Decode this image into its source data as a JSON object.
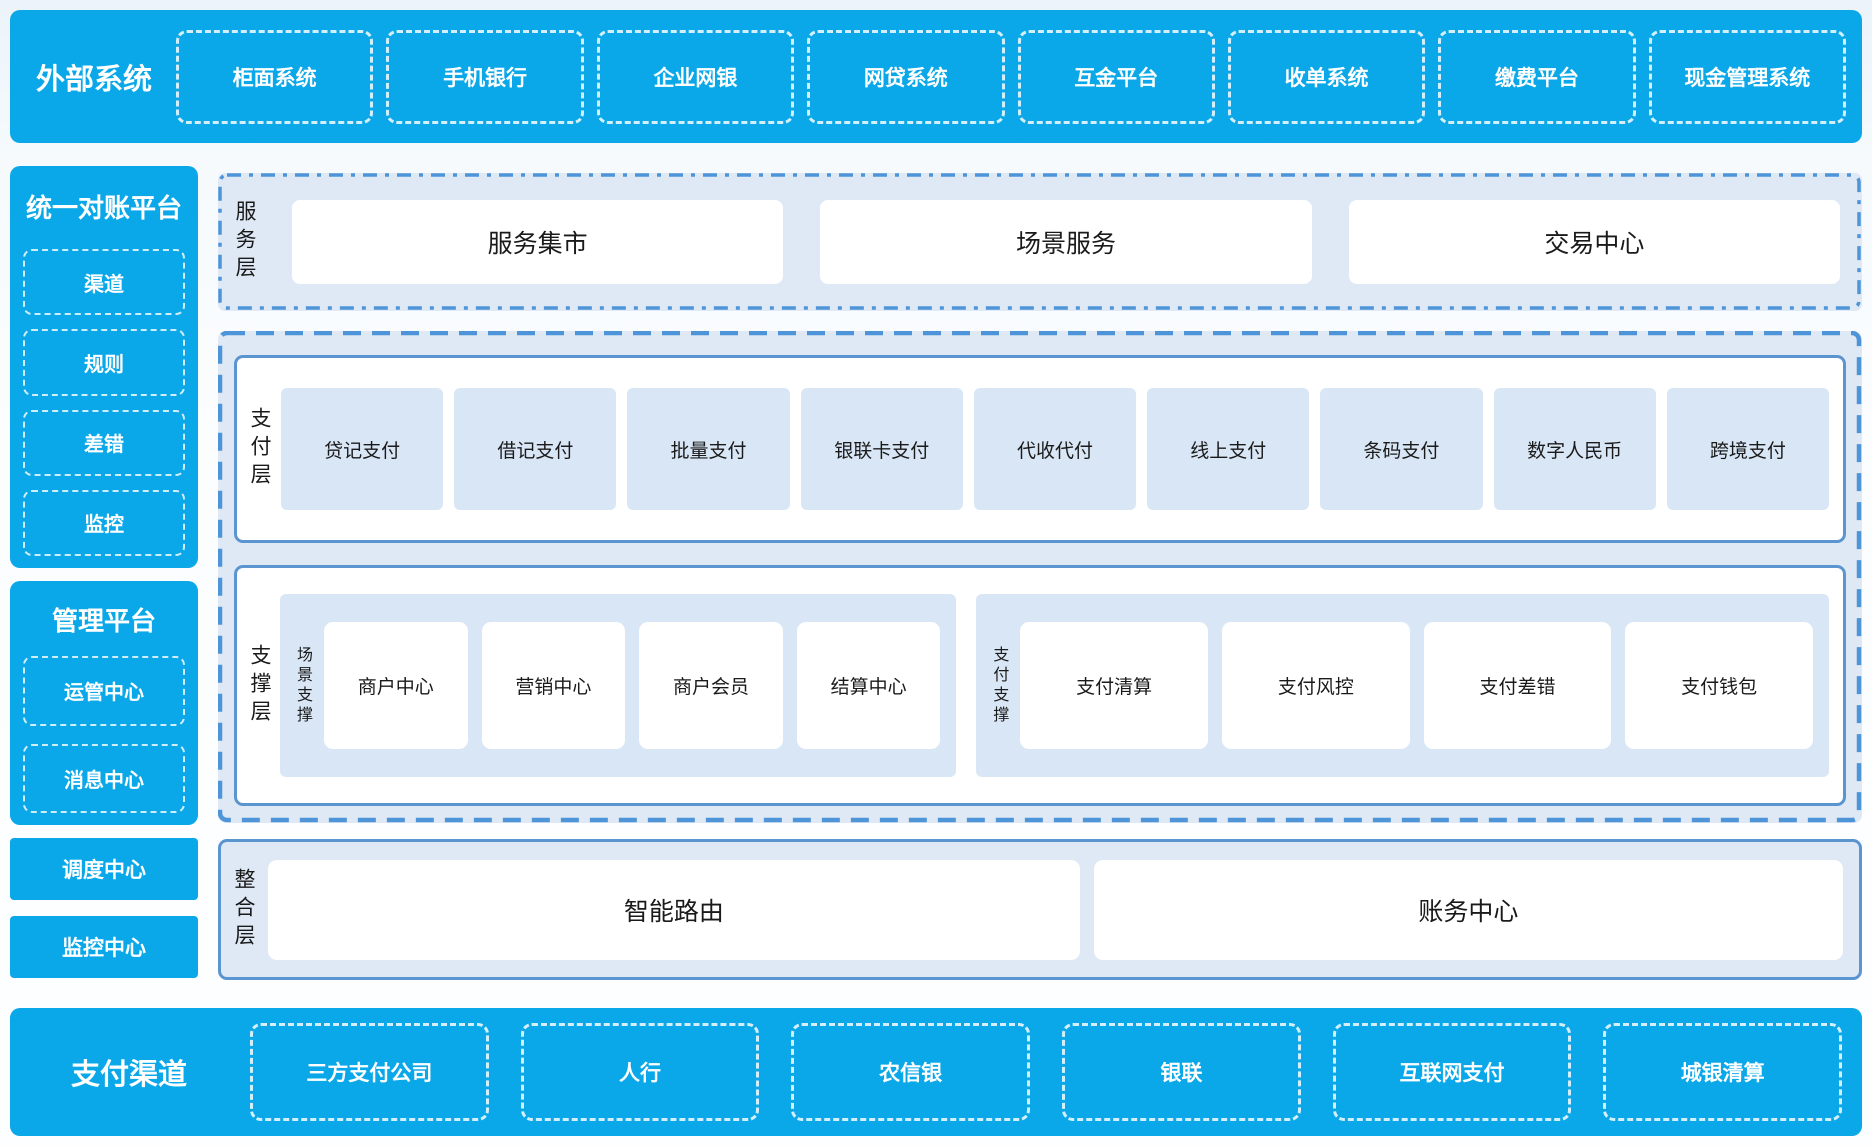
{
  "external_systems": {
    "title": "外部系统",
    "items": [
      "柜面系统",
      "手机银行",
      "企业网银",
      "网贷系统",
      "互金平台",
      "收单系统",
      "缴费平台",
      "现金管理系统"
    ]
  },
  "sidebar": {
    "reconciliation_platform": {
      "title": "统一对账平台",
      "items": [
        "渠道",
        "规则",
        "差错",
        "监控"
      ]
    },
    "management_platform": {
      "title": "管理平台",
      "items": [
        "运管中心",
        "消息中心"
      ]
    },
    "dispatch_center": "调度中心",
    "monitor_center": "监控中心"
  },
  "service_layer": {
    "label": "服务层",
    "items": [
      "服务集市",
      "场景服务",
      "交易中心"
    ]
  },
  "payment_layer": {
    "label": "支付层",
    "items": [
      "贷记支付",
      "借记支付",
      "批量支付",
      "银联卡支付",
      "代收代付",
      "线上支付",
      "条码支付",
      "数字人民币",
      "跨境支付"
    ]
  },
  "support_layer": {
    "label": "支撑层",
    "groups": [
      {
        "label": "场景支撑",
        "items": [
          "商户中心",
          "营销中心",
          "商户会员",
          "结算中心"
        ]
      },
      {
        "label": "支付支撑",
        "items": [
          "支付清算",
          "支付风控",
          "支付差错",
          "支付钱包"
        ]
      }
    ]
  },
  "integration_layer": {
    "label": "整合层",
    "items": [
      "智能路由",
      "账务中心"
    ]
  },
  "payment_channels": {
    "title": "支付渠道",
    "items": [
      "三方支付公司",
      "人行",
      "农信银",
      "银联",
      "互联网支付",
      "城银清算"
    ]
  },
  "colors": {
    "brand_blue": "#0aa8e8",
    "panel_fill": "#dfe9f5",
    "item_fill": "#d9e6f5",
    "solid_border": "#5b95d0",
    "dashed_border": "#4e94d8",
    "text_dark": "#1a1a1a"
  }
}
